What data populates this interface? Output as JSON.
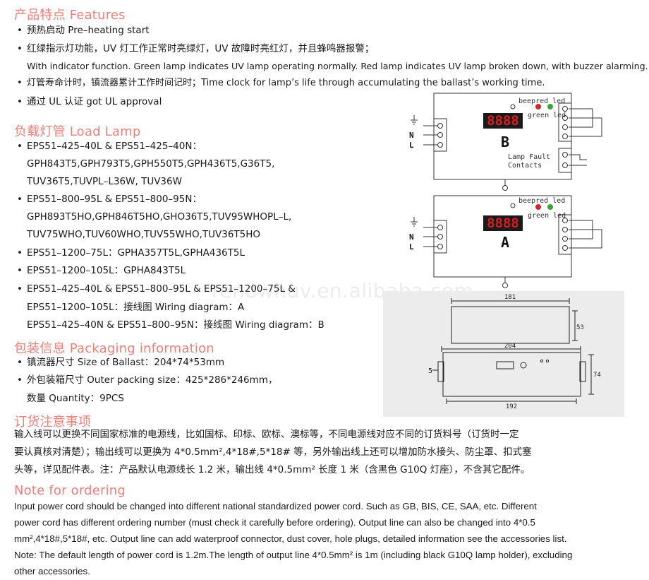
{
  "features": {
    "heading": "产品特点 Features",
    "items": [
      "预热启动 Pre–heating start",
      "红绿指示灯功能，UV 灯工作正常时亮绿灯，UV 故障时亮红灯，并且蜂鸣器报警；",
      "With indicator function. Green lamp indicates UV lamp operating normally. Red lamp indicates UV lamp broken down, with buzzer alarming.",
      "灯管寿命计时，镇流器累计工作时间记时；Time clock for lamp’s life through accumulating the ballast’s working time.",
      "通过 UL 认证 got UL approval"
    ]
  },
  "load_lamp": {
    "heading": "负载灯管 Load Lamp",
    "lines": [
      "EPS51–425–40L & EPS51–425–40N：",
      "GPH843T5,GPH793T5,GPH550T5,GPH436T5,G36T5,",
      "TUV36T5,TUVPL–L36W, TUV36W",
      "EPS51–800–95L & EPS51–800–95N：",
      "GPH893T5HO,GPH846T5HO,GHO36T5,TUV95WHOPL–L,",
      "TUV75WHO,TUV60WHO,TUV55WHO,TUV36T5HO",
      "EPS51–1200–75L：GPHA357T5L,GPHA436T5L",
      "EPS51–1200–105L：GPHA843T5L",
      "EPS51–425–40L & EPS51–800–95L & EPS51–1200–75L &",
      "EPS51–1200–105L：接线图 Wiring diagram：A",
      "EPS51–425–40N & EPS51–800–95N：接线图 Wiring diagram：B"
    ]
  },
  "packaging": {
    "heading": "包装信息 Packaging information",
    "lines": [
      "镇流器尺寸 Size of Ballast：204*74*53mm",
      "外包装箱尺寸 Outer packing size：425*286*246mm，",
      "数量 Quantity：9PCS"
    ]
  },
  "ordering_cn": {
    "heading": "订货注意事项",
    "lines": [
      "输入线可以更换不同国家标准的电源线，比如国标、印标、欧标、澳标等，不同电源线对应不同的订货料号（订货时一定",
      "要认真核对清楚）；输出线可以更换为 4*0.5mm²,4*18#,5*18# 等，另外输出线上还可以增加防水接头、防尘罩、扣式塞",
      "头等，详见配件表。注：产品默认电源线长 1.2 米，输出线 4*0.5mm² 长度 1 米（含黑色 G10Q 灯座），不含其它配件。"
    ]
  },
  "ordering_en": {
    "heading": "Note for ordering",
    "lines": [
      "Input power cord should be changed into different national standardized power cord. Such as GB, BIS, CE, SAA, etc. Different",
      "power cord has different ordering number (must check it carefully before ordering). Output line can also be changed into 4*0.5",
      "mm²,4*18#,5*18#, etc. Output line can add waterproof connector, dust cover, hole plugs, detailed information see the accessories list.",
      "Note: The default length of power cord is 1.2m.The length of output line 4*0.5mm² is 1m (including black G10Q lamp holder), excluding",
      "other accessories."
    ]
  },
  "diagram_b": {
    "letter": "B",
    "display": "8888",
    "beeper_label": "beepred led",
    "green_label": "green led",
    "fault_label_1": "Lamp Fault",
    "fault_label_2": "Contacts",
    "terminals": [
      "N",
      "L"
    ]
  },
  "diagram_a": {
    "letter": "A",
    "display": "8888",
    "beeper_label": "beepred led",
    "green_label": "green led",
    "terminals": [
      "N",
      "L"
    ]
  },
  "dimensions": {
    "top_width": "181",
    "height": "53",
    "body_width": "204",
    "body_height": "74",
    "mount_width": "192",
    "hole": "5"
  },
  "watermark": "renowhuv.en.alibaba.com",
  "colors": {
    "heading": "#e8827a",
    "led_red": "#d6262b",
    "led_green": "#3aa635",
    "display": "#d81c22"
  }
}
